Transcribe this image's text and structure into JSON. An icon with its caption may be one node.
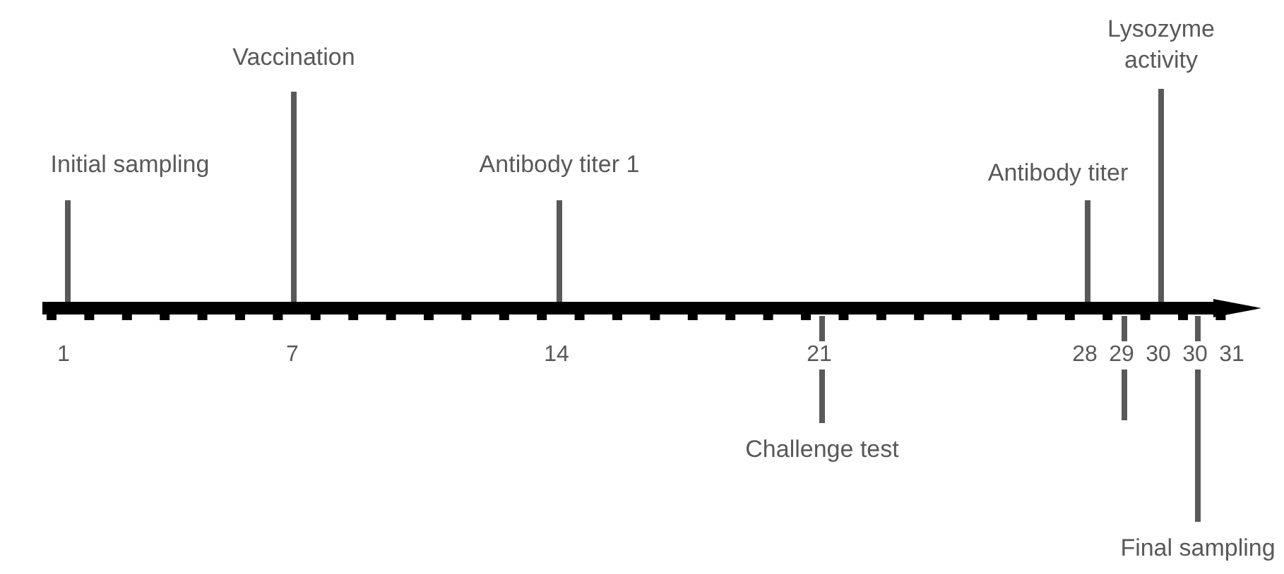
{
  "diagram": {
    "nodes": [
      {
        "text": [
          "Initial sampling"
        ]
      },
      {
        "text": [
          "Vaccination"
        ]
      },
      {
        "text": [
          "Antibody titer 1"
        ]
      },
      {
        "text": [
          "Challenge test"
        ]
      },
      {
        "text": [
          "Antibody titer"
        ]
      },
      {
        "text": [
          "Lysozyme activity"
        ]
      },
      {
        "text": [
          "Final sampling"
        ]
      },
      {
        "text": [],
        "shape": "arrow"
      }
    ],
    "edges": [
      {
        "from": 0,
        "to": 7,
        "arrow": "none"
      },
      {
        "from": 1,
        "to": 7,
        "arrow": "none"
      },
      {
        "from": 2,
        "to": 7,
        "arrow": "none"
      },
      {
        "from": 3,
        "to": 7,
        "arrow": "none"
      },
      {
        "from": 4,
        "to": 7,
        "arrow": "none"
      },
      {
        "from": 5,
        "to": 7,
        "arrow": "none"
      },
      {
        "from": 6,
        "to": 7,
        "arrow": "none"
      }
    ],
    "labels": [
      "1",
      "7",
      "14",
      "21",
      "28",
      "29",
      "30",
      "30",
      "31"
    ]
  }
}
